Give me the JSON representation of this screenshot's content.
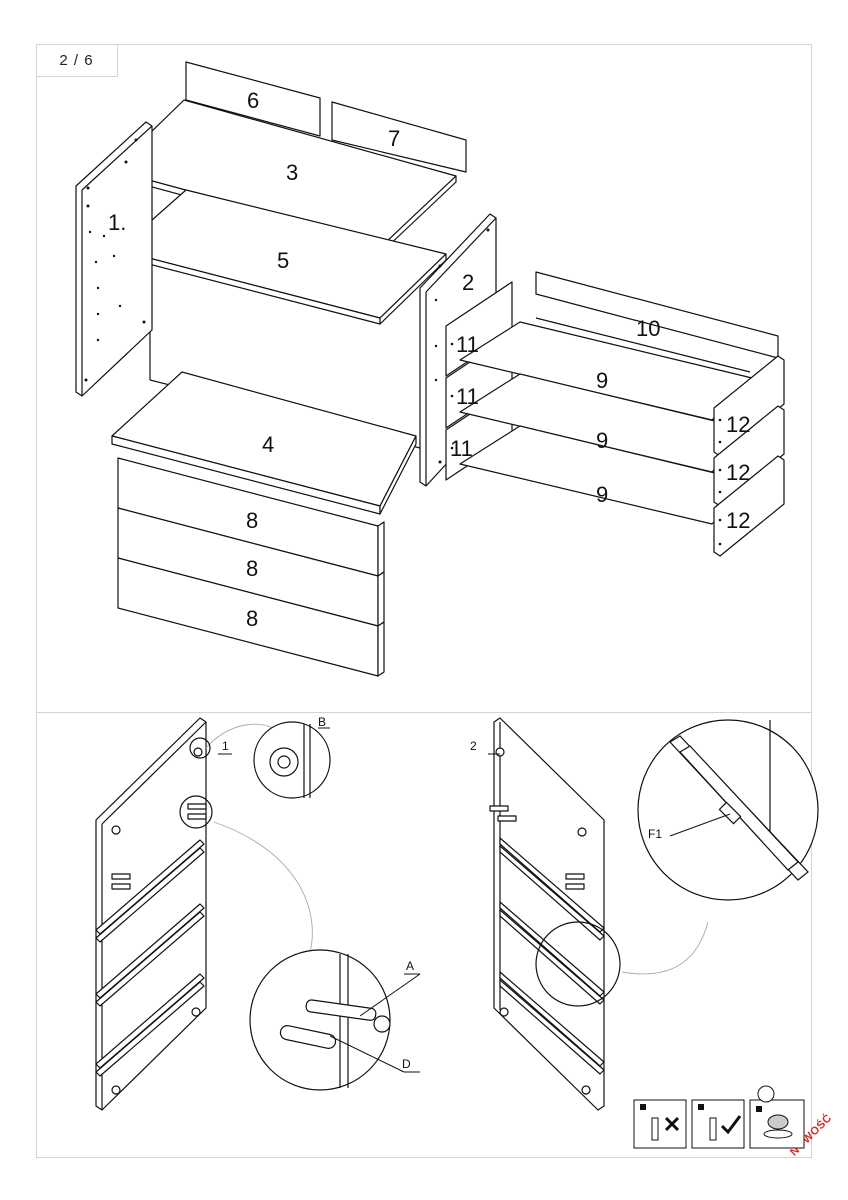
{
  "page": {
    "indicator": "2 / 6",
    "stamp": "NOWOŚĆ"
  },
  "parts": {
    "p1": "1.",
    "p2": "2",
    "p3": "3",
    "p4": "4",
    "p5": "5",
    "p6": "6",
    "p7": "7",
    "p8": "8",
    "p9": "9",
    "p10": "10",
    "p11": "11",
    "p12": "12"
  },
  "callouts": {
    "panel_left": "1",
    "panel_right": "2",
    "fitting_B": "B",
    "fitting_A": "A",
    "fitting_D": "D",
    "fitting_F1": "F1"
  },
  "icons": [
    "dowel-wrong-icon",
    "dowel-correct-icon",
    "cam-lock-icon"
  ]
}
